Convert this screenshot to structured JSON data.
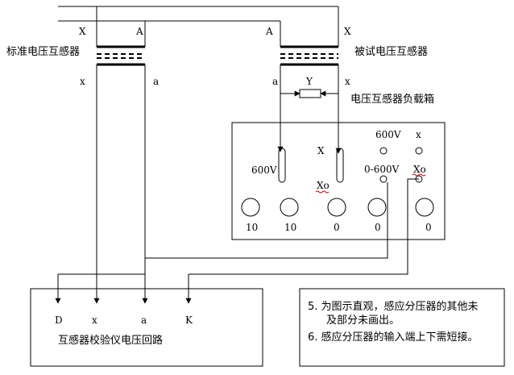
{
  "left_transformer": {
    "title": "标准电压互感器",
    "top_left": "X",
    "top_right": "A",
    "bottom_left": "x",
    "bottom_right": "a"
  },
  "right_transformer": {
    "title": "被试电压互感器",
    "top_left": "A",
    "top_right": "X",
    "bottom_left": "a",
    "bottom_right": "x"
  },
  "burden": {
    "resistor": "Y",
    "label": "电压互感器负载箱"
  },
  "divider": {
    "label_600V_left": "600V",
    "label_X": "X",
    "label_Xo_left": "Xo",
    "label_600V_top": "600V",
    "label_x_top": "x",
    "label_0_600V": "0-600V",
    "label_Xo_right": "Xo",
    "terminals": [
      "10",
      "10",
      "0",
      "0",
      "0"
    ]
  },
  "tester": {
    "terminals": [
      "D",
      "x",
      "a",
      "K"
    ],
    "label": "互感器校验仪电压回路"
  },
  "notes": [
    "5.  为图示直观，感应分压器的其他未",
    "及部分未画出。",
    "6.  感应分压器的输入端上下需短接。"
  ]
}
